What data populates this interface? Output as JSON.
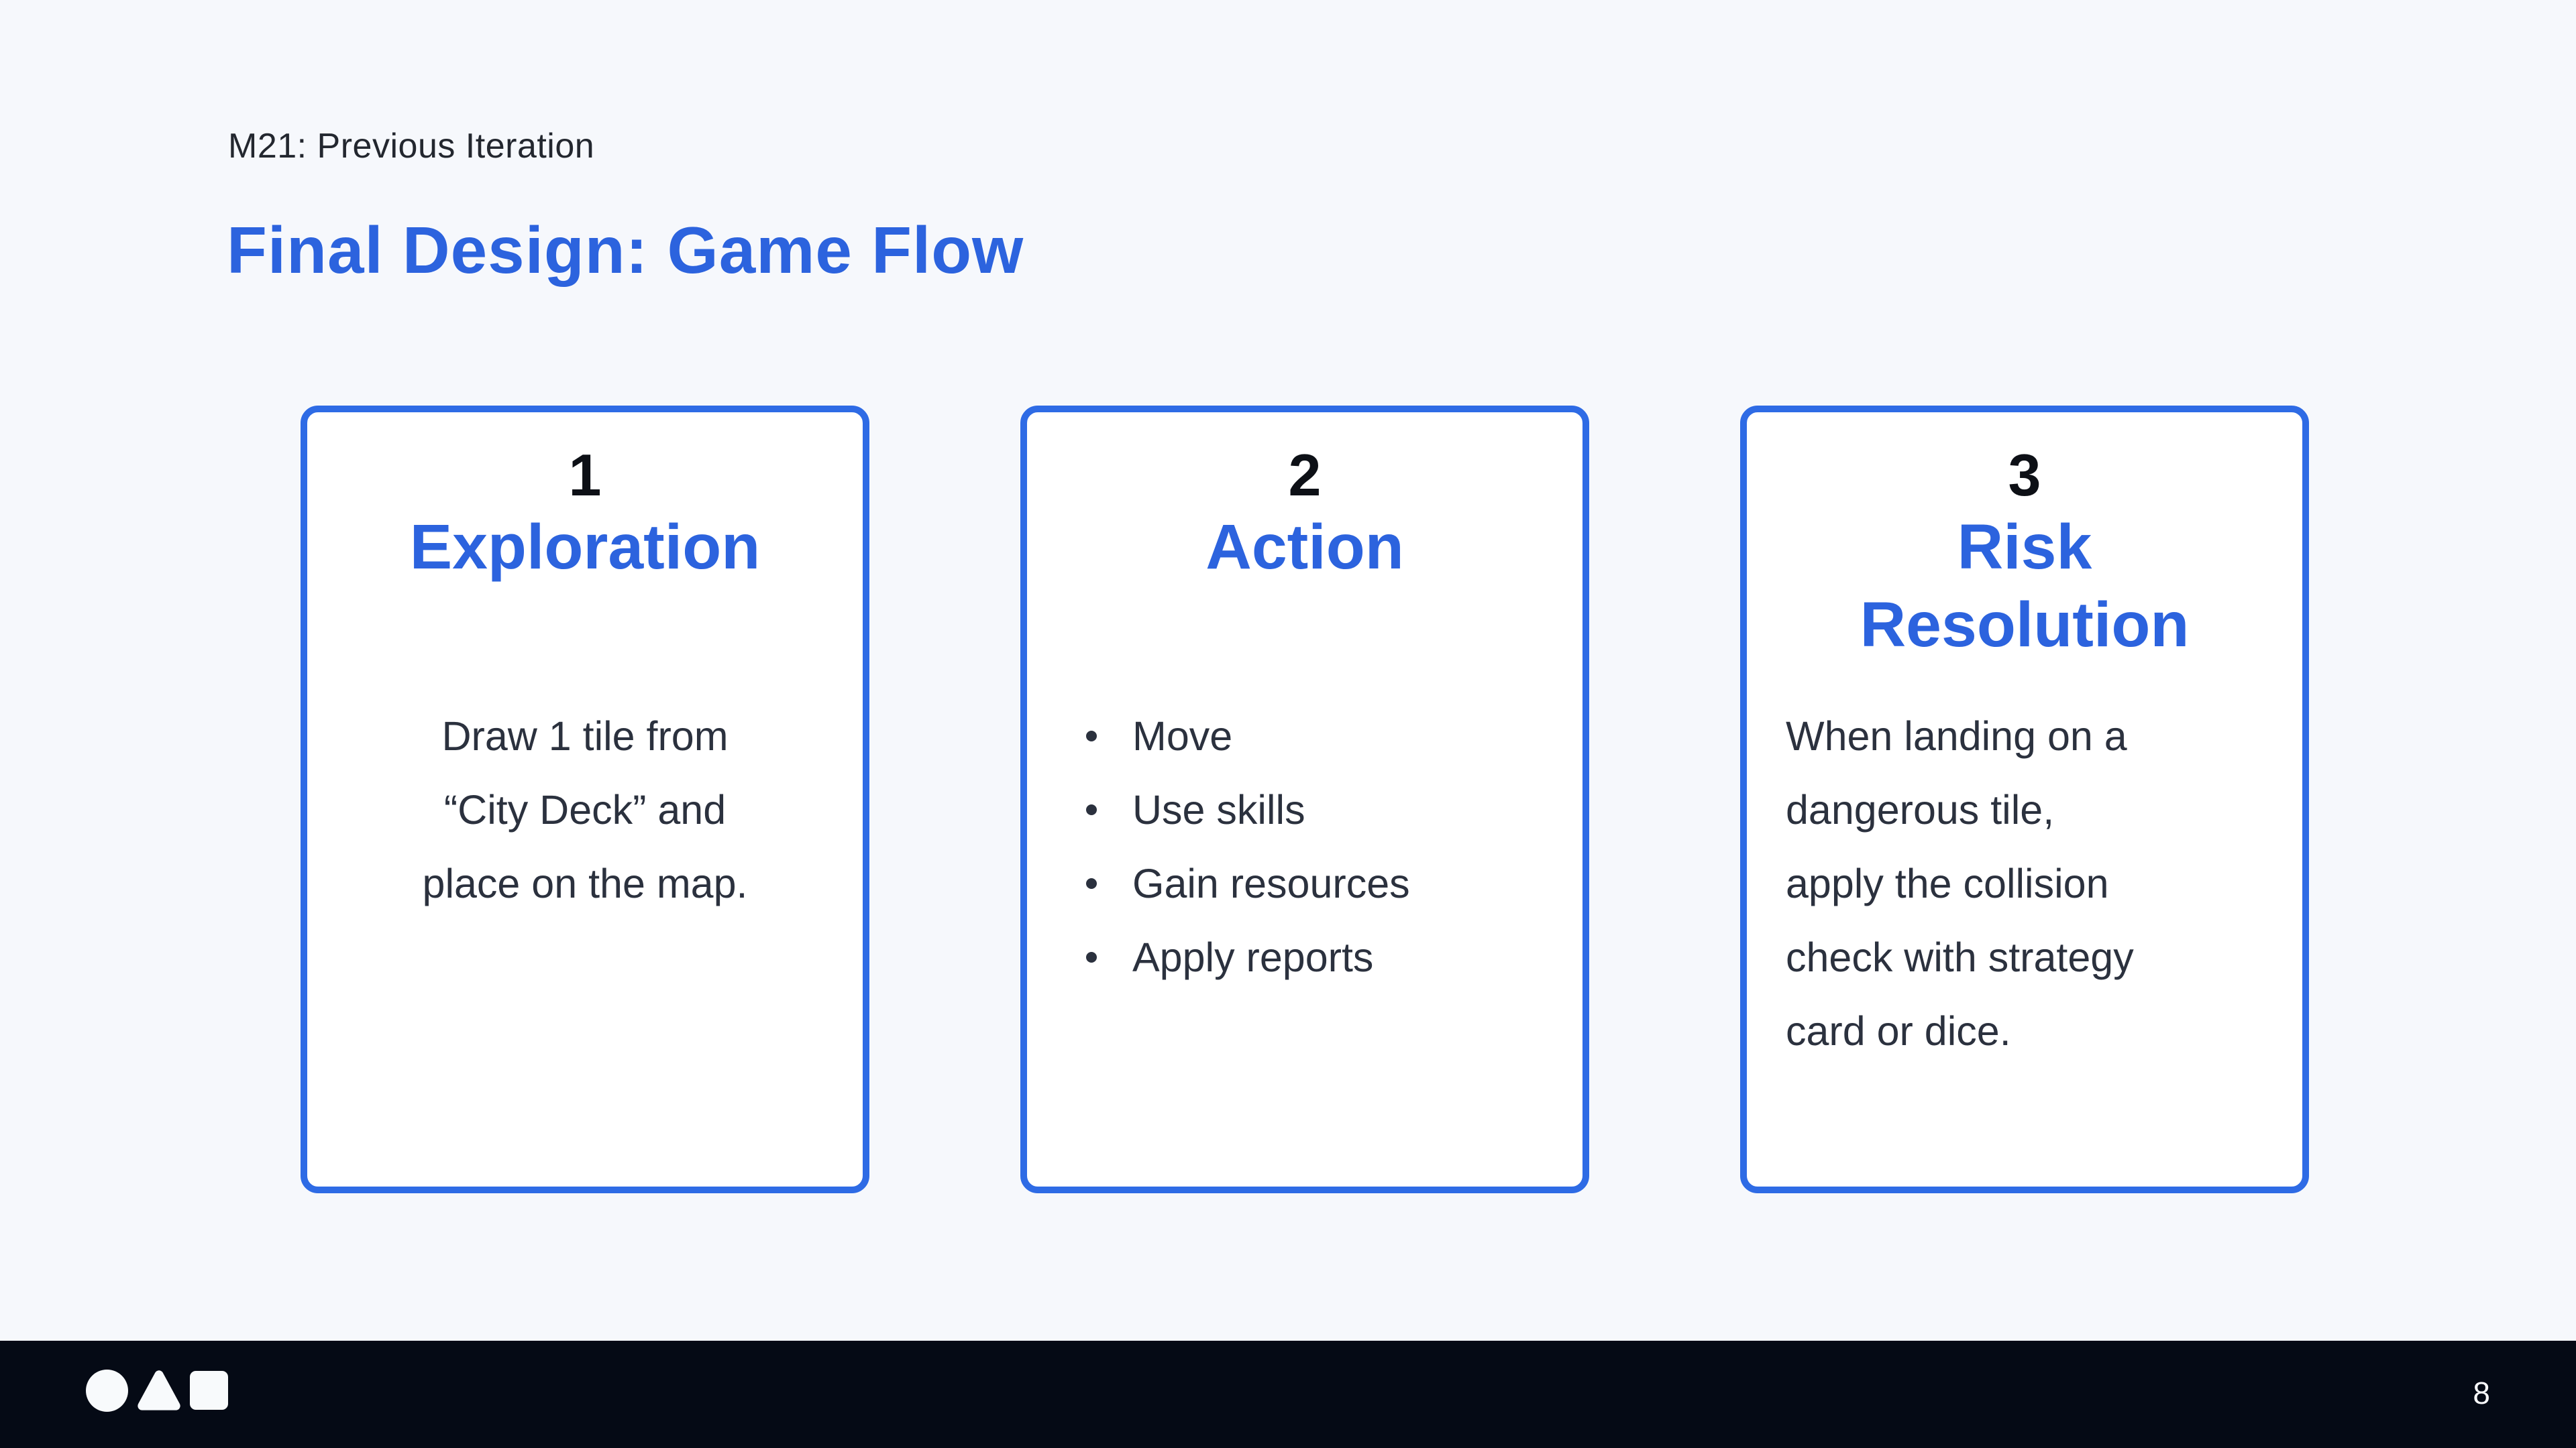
{
  "header": {
    "eyebrow": "M21: Previous Iteration",
    "title": "Final Design: Game Flow"
  },
  "cards": [
    {
      "number": "1",
      "title": "Exploration",
      "title_lines": [
        "Exploration"
      ],
      "body_lines": [
        "Draw 1 tile from",
        "“City Deck” and",
        "place on the map."
      ]
    },
    {
      "number": "2",
      "title": "Action",
      "title_lines": [
        "Action"
      ],
      "bullets": [
        "Move",
        "Use skills",
        "Gain resources",
        "Apply reports"
      ]
    },
    {
      "number": "3",
      "title": "Risk Resolution",
      "title_lines": [
        "Risk",
        "Resolution"
      ],
      "body_lines": [
        "When landing on a",
        "dangerous tile,",
        "apply the collision",
        "check with strategy",
        "card or dice."
      ]
    }
  ],
  "footer": {
    "logo_shapes": [
      "circle",
      "triangle",
      "square"
    ],
    "page_number": "8"
  },
  "colors": {
    "background": "#f6f8fc",
    "card_background": "#ffffff",
    "accent_blue": "#2c63de",
    "card_border_blue": "#2e6be5",
    "body_text": "#2b313e",
    "number_text": "#0d1016",
    "footer_background": "#050a15",
    "footer_foreground": "#f8fafc"
  }
}
